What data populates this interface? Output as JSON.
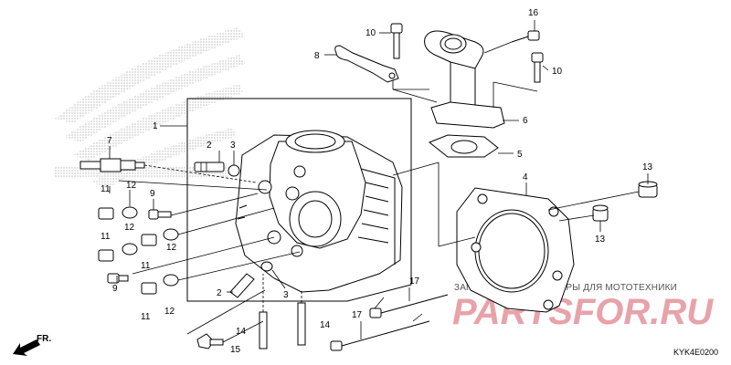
{
  "callouts": {
    "c1": "1",
    "c2a": "2",
    "c2b": "2",
    "c3a": "3",
    "c3b": "3",
    "c4": "4",
    "c5": "5",
    "c6": "6",
    "c7": "7",
    "c8": "8",
    "c9a": "9",
    "c9b": "9",
    "c10a": "10",
    "c10b": "10",
    "c11a": "11",
    "c11b": "11",
    "c11c": "11",
    "c11d": "11",
    "c12a": "12",
    "c12b": "12",
    "c12c": "12",
    "c12d": "12",
    "c13a": "13",
    "c13b": "13",
    "c14a": "14",
    "c14b": "14",
    "c15": "15",
    "c16": "16",
    "c17a": "17",
    "c17b": "17"
  },
  "direction_label": "FR.",
  "watermark": {
    "subtitle": "ЗАПЧАСТИ И АКСЕССУАРЫ ДЛЯ МОТОТЕХНИКИ",
    "brand": "PARTSFOR.RU"
  },
  "diagram_code": "KYK4E0200"
}
